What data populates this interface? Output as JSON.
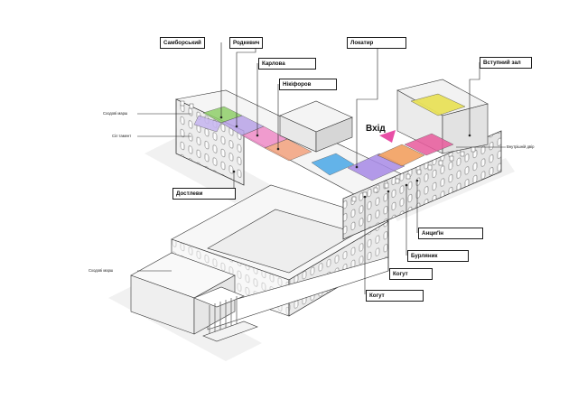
{
  "labels": {
    "samborsky": "Самборський",
    "rodkevych": "Родкевич",
    "karlova": "Карлова",
    "nikiforov": "Нікіфоров",
    "lokatyr": "Локатир",
    "vstupnyi_zal": "Вступний зал",
    "dostlevy": "Достлеви",
    "antsygin": "Анциґін",
    "burianyk": "Бурляник",
    "kohut1": "Когут",
    "kohut2": "Когут"
  },
  "notes": {
    "skhodovi_1": "Сходові марш",
    "sil_tsenter": "Сіл тамент",
    "vnutrishnii_dvir": "Внутрішній двір",
    "skhodovi_2": "Сходові марш"
  },
  "entrance": "Вхід",
  "colors": {
    "samborsky": "#8fcf6a",
    "rodkevych": "#b9a3e8",
    "karlova": "#f08cc8",
    "nikiforov": "#f3a27e",
    "blue_zone": "#4aa8e8",
    "purple_zone": "#a78ae6",
    "orange_zone": "#f2a060",
    "pink_zone": "#e85a9c",
    "yellow_zone": "#e9e25a",
    "entry_arrow": "#e84fa6"
  }
}
